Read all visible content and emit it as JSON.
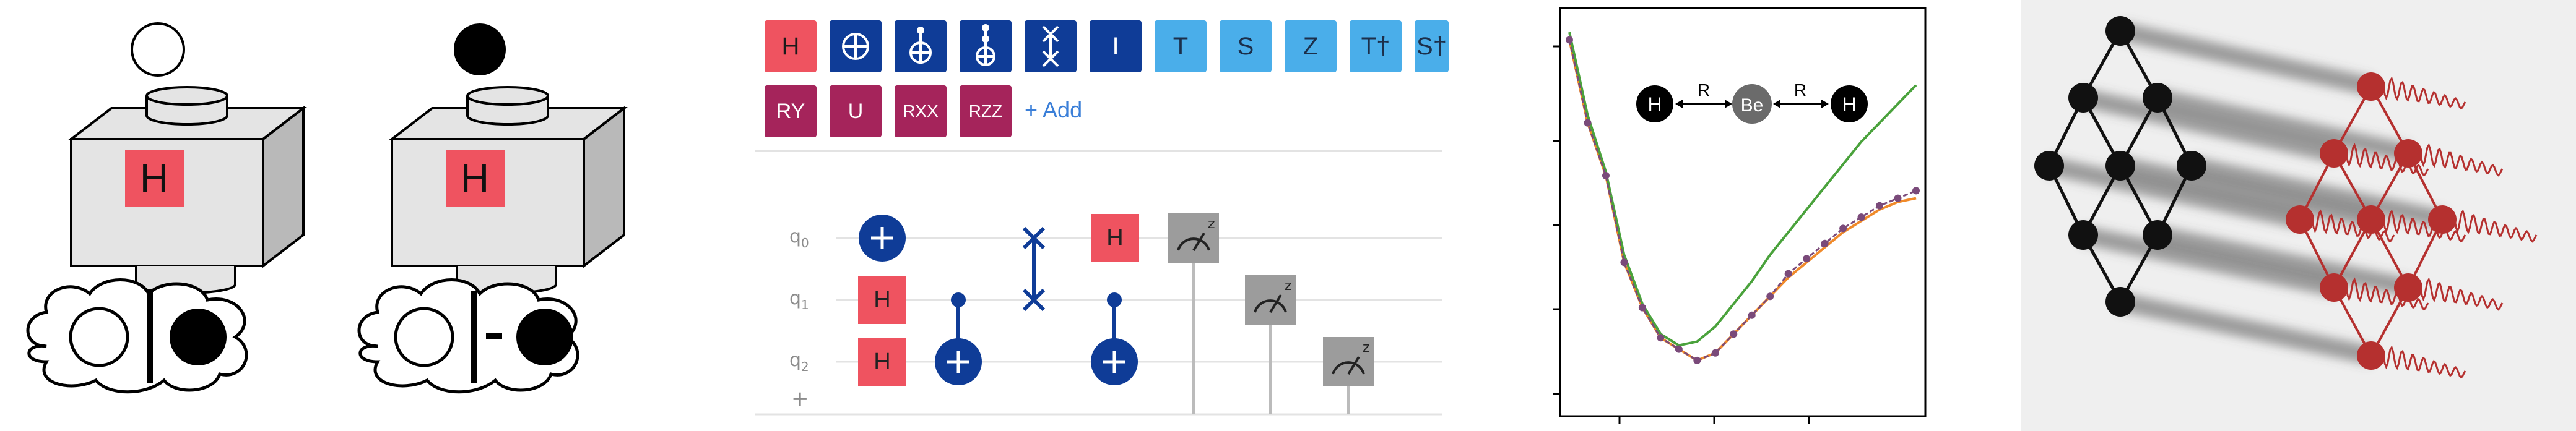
{
  "panel1": {
    "hadamard_label": "H",
    "states": [
      "plus",
      "minus"
    ],
    "bra_minus": "-"
  },
  "panel2": {
    "palette_row1": [
      {
        "label": "H",
        "style": "pink",
        "icon": "h"
      },
      {
        "label": "",
        "style": "navy",
        "icon": "cnot-icon"
      },
      {
        "label": "",
        "style": "navy",
        "icon": "control-target-icon"
      },
      {
        "label": "",
        "style": "navy",
        "icon": "toffoli-icon"
      },
      {
        "label": "",
        "style": "navy",
        "icon": "swap-icon"
      },
      {
        "label": "I",
        "style": "navy",
        "icon": "identity"
      },
      {
        "label": "T",
        "style": "sky",
        "icon": "t"
      },
      {
        "label": "S",
        "style": "sky",
        "icon": "s"
      },
      {
        "label": "Z",
        "style": "sky",
        "icon": "z"
      },
      {
        "label": "T†",
        "style": "sky",
        "icon": "tdg"
      },
      {
        "label": "S†",
        "style": "sky",
        "icon": "sdg"
      }
    ],
    "palette_row2": [
      {
        "label": "RY",
        "style": "maroon"
      },
      {
        "label": "U",
        "style": "maroon"
      },
      {
        "label": "RXX",
        "style": "maroon"
      },
      {
        "label": "RZZ",
        "style": "maroon"
      }
    ],
    "add_label": "+ Add",
    "qubits": [
      {
        "name": "q",
        "index": "0"
      },
      {
        "name": "q",
        "index": "1"
      },
      {
        "name": "q",
        "index": "2"
      }
    ],
    "add_qubit": "+",
    "gate_h": "H",
    "meas_z": "z"
  },
  "panel3": {
    "molecule": {
      "left": "H",
      "center": "Be",
      "right": "H",
      "bond": "R"
    },
    "colors": {
      "green": "#4aa23c",
      "orange": "#f08a2a",
      "purple": "#7a4a7a"
    },
    "chart_data": {
      "type": "line",
      "title": "",
      "xlabel": "",
      "ylabel": "",
      "x": [
        1,
        2,
        3,
        4,
        5,
        6,
        7,
        8,
        9,
        10,
        11,
        12,
        13,
        14,
        15,
        16,
        17,
        18,
        19,
        20
      ],
      "series": [
        {
          "values": [
            9.6,
            7.4,
            6.0,
            3.7,
            2.5,
            1.7,
            1.4,
            1.1,
            1.3,
            1.8,
            2.3,
            2.8,
            3.3,
            3.7,
            4.1,
            4.5,
            4.8,
            5.1,
            5.3,
            5.4
          ]
        },
        {
          "values": [
            9.8,
            7.6,
            6.1,
            3.9,
            2.6,
            1.8,
            1.5,
            1.6,
            2.0,
            2.6,
            3.2,
            3.9,
            4.5,
            5.1,
            5.7,
            6.3,
            6.9,
            7.4,
            7.9,
            8.4
          ]
        },
        {
          "values": [
            9.6,
            7.4,
            6.0,
            3.7,
            2.5,
            1.7,
            1.4,
            1.1,
            1.3,
            1.8,
            2.3,
            2.8,
            3.4,
            3.8,
            4.2,
            4.6,
            4.9,
            5.2,
            5.4,
            5.6
          ]
        }
      ]
    }
  },
  "panel4": {
    "colors": {
      "black": "#111111",
      "red": "#b5302f",
      "bg": "#efefef"
    }
  }
}
